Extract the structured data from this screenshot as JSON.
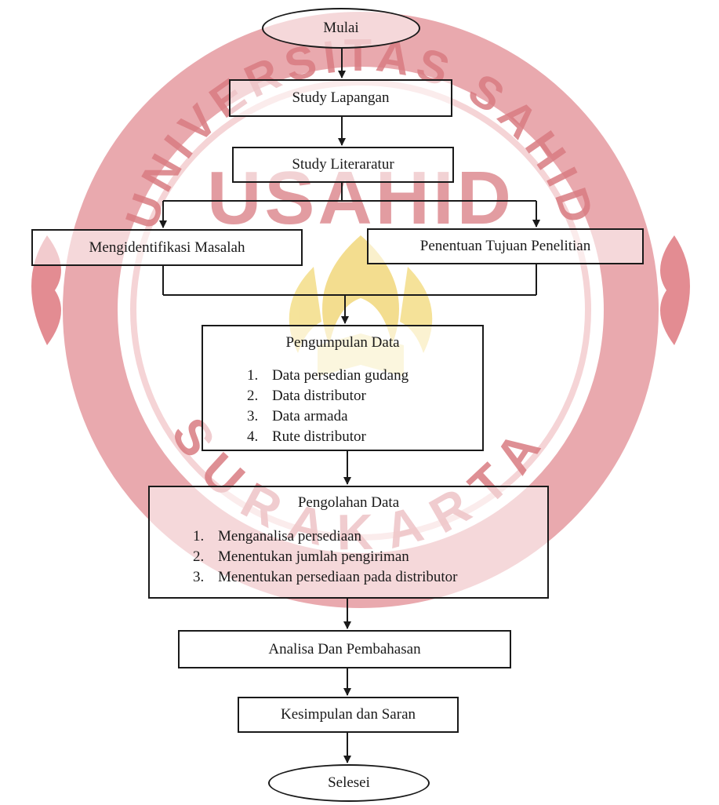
{
  "watermark": {
    "top_arc": "UNIVERSITAS SAHID",
    "center": "USAHID",
    "bottom_arc": "SURAKARTA",
    "colors": {
      "ring": "#d7616a",
      "text": "#d97c82",
      "flame": "#efcf5a"
    }
  },
  "flowchart": {
    "start": "Mulai",
    "study_lapangan": "Study Lapangan",
    "study_literatur": "Study Literaratur",
    "identifikasi": "Mengidentifikasi Masalah",
    "tujuan": "Penentuan Tujuan Penelitian",
    "pengumpulan": {
      "title": "Pengumpulan Data",
      "items": [
        {
          "num": "1.",
          "text": "Data persedian gudang"
        },
        {
          "num": "2.",
          "text": "Data distributor"
        },
        {
          "num": "3.",
          "text": "Data armada"
        },
        {
          "num": "4.",
          "text": "Rute distributor"
        }
      ]
    },
    "pengolahan": {
      "title": "Pengolahan Data",
      "items": [
        {
          "num": "1.",
          "text": "Menganalisa persediaan"
        },
        {
          "num": "2.",
          "text": "Menentukan jumlah pengiriman"
        },
        {
          "num": "3.",
          "text": "Menentukan persediaan pada distributor"
        }
      ]
    },
    "analisa": "Analisa Dan Pembahasan",
    "kesimpulan": "Kesimpulan dan Saran",
    "end": "Selesei"
  }
}
